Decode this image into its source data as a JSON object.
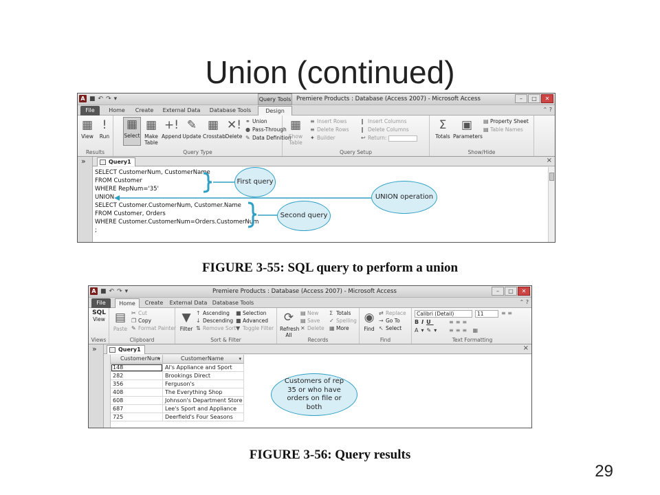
{
  "slide": {
    "title": "Union (continued)",
    "caption1": "FIGURE 3-55: SQL query to perform a union",
    "caption2": "FIGURE 3-56: Query results",
    "page_number": "29"
  },
  "window1": {
    "title": "Premiere Products : Database (Access 2007) - Microsoft Access",
    "context_tab": "Query Tools",
    "tabs": [
      "File",
      "Home",
      "Create",
      "External Data",
      "Database Tools",
      "Design"
    ],
    "groups": {
      "results": {
        "label": "Results",
        "buttons": [
          "View",
          "Run"
        ]
      },
      "query_type": {
        "label": "Query Type",
        "buttons": [
          "Select",
          "Make Table",
          "Append",
          "Update",
          "Crosstab",
          "Delete"
        ],
        "small": [
          "Union",
          "Pass-Through",
          "Data Definition"
        ]
      },
      "query_setup": {
        "label": "Query Setup",
        "big": "Show Table",
        "small": [
          "Insert Rows",
          "Delete Rows",
          "Builder",
          "Insert Columns",
          "Delete Columns",
          "Return:"
        ]
      },
      "show_hide": {
        "label": "Show/Hide",
        "buttons": [
          "Totals",
          "Parameters"
        ],
        "small": [
          "Property Sheet",
          "Table Names"
        ]
      }
    },
    "doc_tab": "Query1",
    "sql_lines": [
      "SELECT CustomerNum, CustomerName",
      "FROM Customer",
      "WHERE RepNum='35'",
      "UNION",
      "SELECT Customer.CustomerNum, Customer.Name",
      "FROM Customer, Orders",
      "WHERE Customer.CustomerNum=Orders.CustomerNum",
      ";"
    ],
    "callouts": {
      "first": "First query",
      "union": "UNION operation",
      "second": "Second query"
    }
  },
  "window2": {
    "title": "Premiere Products : Database (Access 2007) - Microsoft Access",
    "tabs": [
      "File",
      "Home",
      "Create",
      "External Data",
      "Database Tools"
    ],
    "groups": {
      "views": {
        "label": "Views",
        "buttons": [
          "SQL",
          "View"
        ]
      },
      "clipboard": {
        "label": "Clipboard",
        "big": "Paste",
        "small": [
          "Cut",
          "Copy",
          "Format Painter"
        ]
      },
      "sort_filter": {
        "label": "Sort & Filter",
        "big": "Filter",
        "small": [
          "Ascending",
          "Descending",
          "Remove Sort",
          "Selection",
          "Advanced",
          "Toggle Filter"
        ]
      },
      "records": {
        "label": "Records",
        "big": "Refresh All",
        "small": [
          "New",
          "Save",
          "Delete",
          "Totals",
          "Spelling",
          "More"
        ]
      },
      "find": {
        "label": "Find",
        "big": "Find",
        "small": [
          "Replace",
          "Go To",
          "Select"
        ]
      },
      "text_formatting": {
        "label": "Text Formatting",
        "font": "Calibri (Detail)",
        "size": "11"
      }
    },
    "doc_tab": "Query1",
    "columns": [
      "CustomerNum",
      "CustomerName"
    ],
    "rows": [
      [
        "148",
        "Al's Appliance and Sport"
      ],
      [
        "282",
        "Brookings Direct"
      ],
      [
        "356",
        "Ferguson's"
      ],
      [
        "408",
        "The Everything Shop"
      ],
      [
        "608",
        "Johnson's Department Store"
      ],
      [
        "687",
        "Lee's Sport and Appliance"
      ],
      [
        "725",
        "Deerfield's Four Seasons"
      ]
    ],
    "callout": "Customers of rep 35 or who have orders on file or both"
  },
  "colors": {
    "callout_stroke": "#2fa0c4",
    "callout_fill": "#d7eef7"
  }
}
